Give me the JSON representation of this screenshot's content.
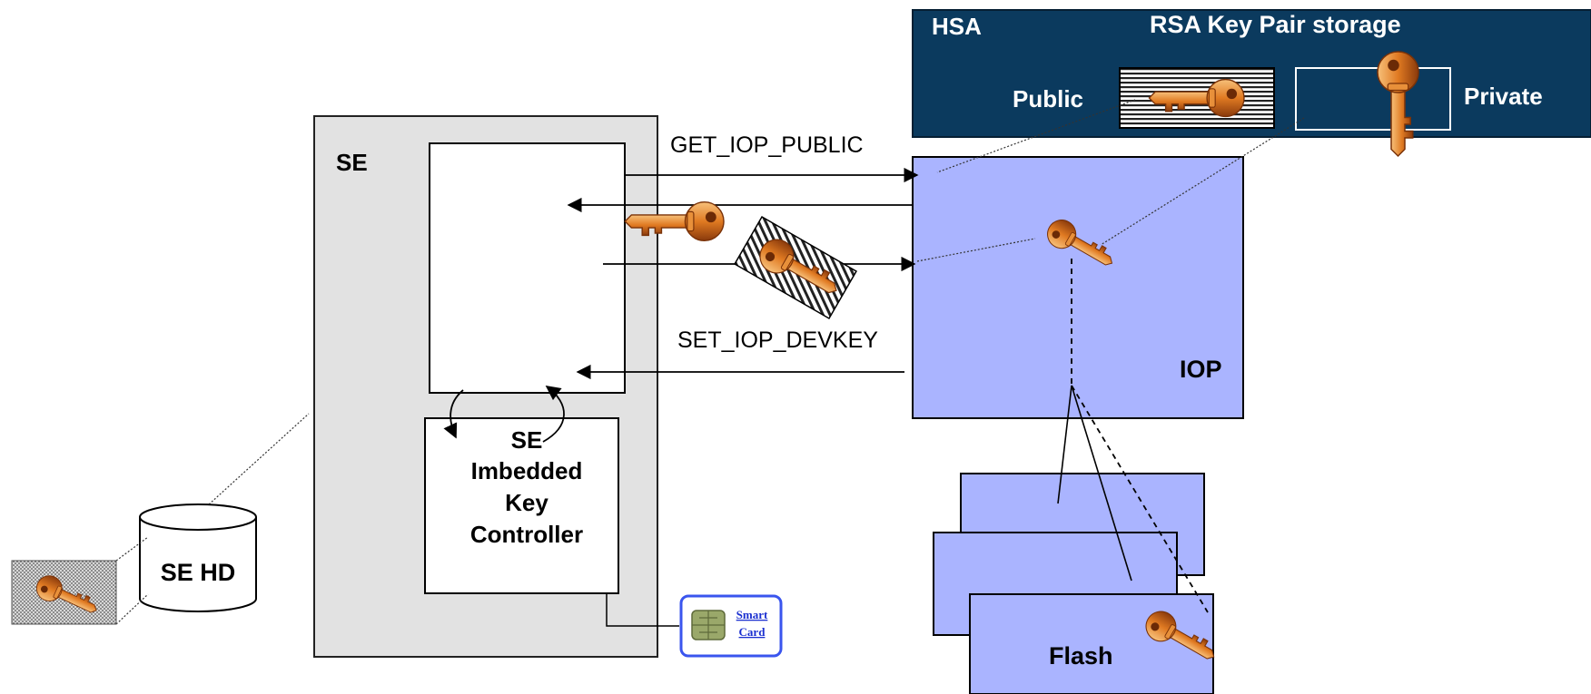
{
  "hsa": {
    "title": "HSA",
    "storage_title": "RSA Key Pair storage",
    "public_label": "Public",
    "private_label": "Private"
  },
  "se": {
    "title": "SE",
    "controller_lines": [
      "SE",
      "Imbedded",
      "Key",
      "Controller"
    ],
    "hd_label": "SE HD"
  },
  "iop": {
    "title": "IOP"
  },
  "flash": {
    "title": "Flash"
  },
  "messages": {
    "get_public": "GET_IOP_PUBLIC",
    "set_devkey": "SET_IOP_DEVKEY"
  },
  "smart_card": {
    "line1": "Smart",
    "line2": "Card"
  },
  "colors": {
    "hsa_bg": "#0b3a5e",
    "iop_fill": "#aab4ff",
    "se_fill": "#e2e2e2",
    "key": "#e08a38"
  },
  "icons": [
    "key-icon",
    "smart-card-chip-icon",
    "disk-cylinder-icon"
  ]
}
